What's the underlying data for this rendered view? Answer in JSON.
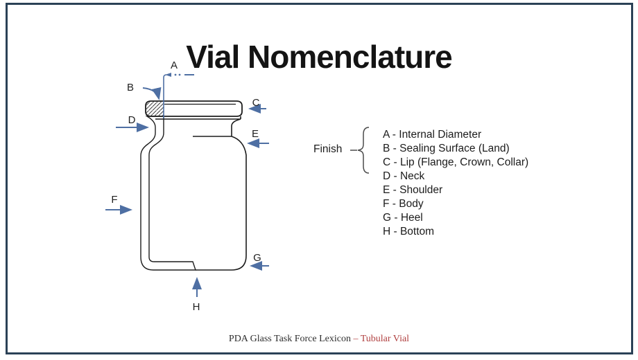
{
  "slide": {
    "title": "Vial Nomenclature",
    "footer": {
      "source": "PDA Glass Task Force Lexicon ",
      "highlight": "– Tubular Vial"
    }
  },
  "diagram": {
    "letters": [
      "A",
      "B",
      "C",
      "D",
      "E",
      "F",
      "G",
      "H"
    ]
  },
  "legend": {
    "group_label": "Finish",
    "items": [
      "A - Internal Diameter",
      "B - Sealing Surface (Land)",
      "C - Lip (Flange, Crown, Collar)",
      "D - Neck",
      "E - Shoulder",
      "F - Body",
      "G - Heel",
      "H - Bottom"
    ]
  },
  "theme": {
    "arrow_color": "#4e6fa3",
    "line_color": "#1c1c1c",
    "border_color": "#2b4156",
    "text_color": "#1b1b1b",
    "footer_text_color": "#2e2e2e",
    "footer_highlight_color": "#b04040"
  }
}
